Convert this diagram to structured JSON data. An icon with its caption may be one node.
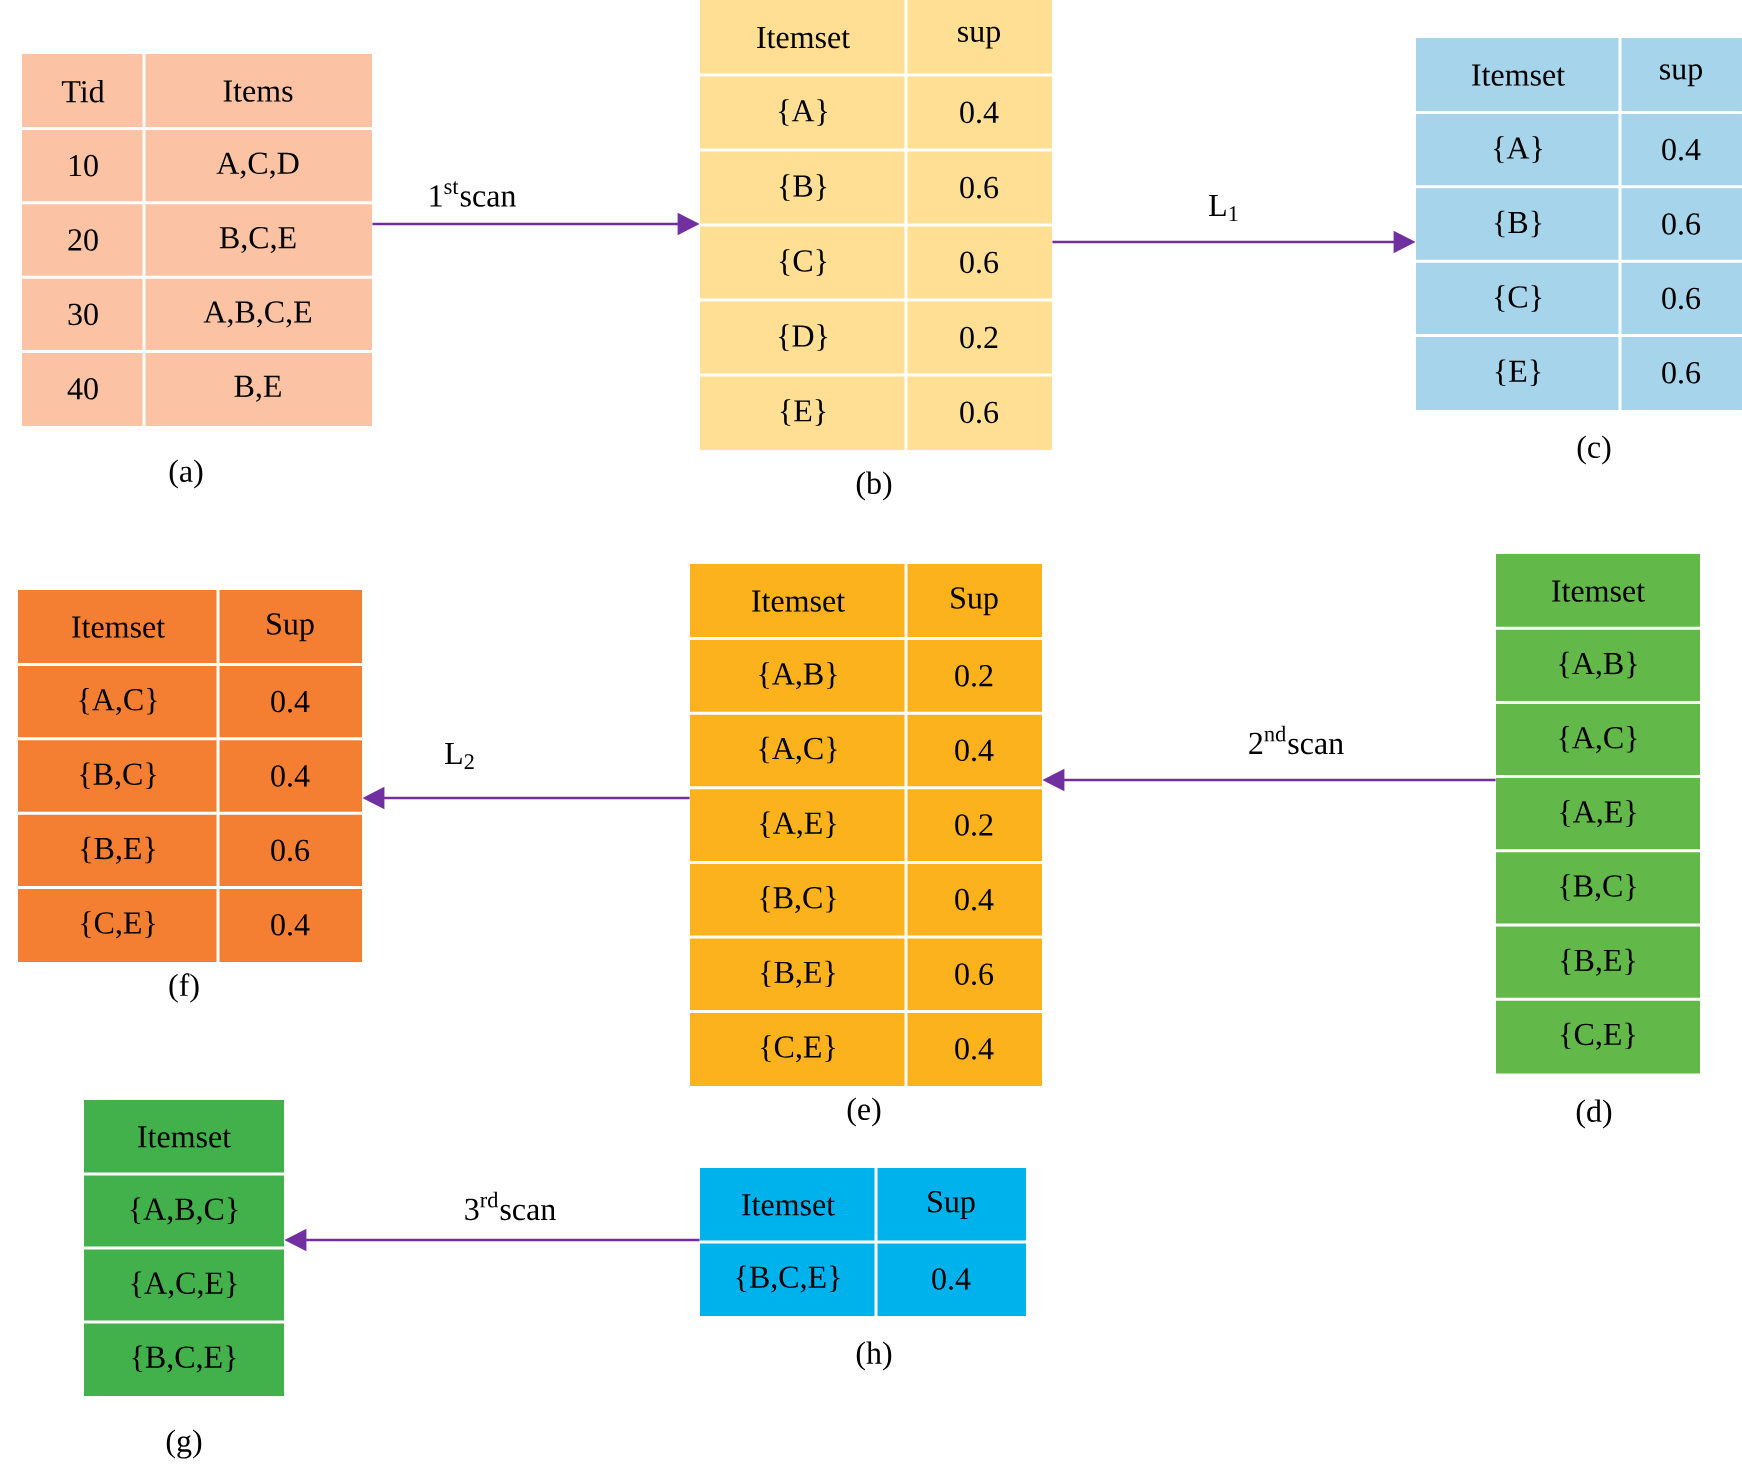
{
  "diagram": {
    "nodes": [
      {
        "text": [
          "Tid",
          "Items",
          "10",
          "A,C,D",
          "20",
          "B,C,E",
          "30",
          "A,B,C,E",
          "40",
          "B,E"
        ],
        "beside": [
          "(a)"
        ]
      },
      {
        "text": [
          "Itemset",
          "sup",
          "{A}",
          "0.4",
          "{B}",
          "0.6",
          "{C}",
          "0.6",
          "{D}",
          "0.2",
          "{E}",
          "0.6"
        ],
        "beside": [
          "(b)"
        ]
      },
      {
        "text": [
          "Itemset",
          "sup",
          "{A}",
          "0.4",
          "{B}",
          "0.6",
          "{C}",
          "0.6",
          "{E}",
          "0.6"
        ],
        "beside": [
          "(c)"
        ]
      },
      {
        "text": [
          "Itemset",
          "Sup",
          "{A,C}",
          "0.4",
          "{B,C}",
          "0.4",
          "{B,E}",
          "0.6",
          "{C,E}",
          "0.4"
        ],
        "beside": [
          "(f)"
        ]
      },
      {
        "text": [
          "Itemset",
          "Sup",
          "{A,B}",
          "0.2",
          "{A,C}",
          "0.4",
          "{A,E}",
          "0.2",
          "{B,C}",
          "0.4",
          "{B,E}",
          "0.6",
          "{C,E}",
          "0.4"
        ],
        "beside": [
          "(e)"
        ]
      },
      {
        "text": [
          "Itemset",
          "{A,B}",
          "{A,C}",
          "{A,E}",
          "{B,C}",
          "{B,E}",
          "{C,E}"
        ],
        "beside": [
          "(d)"
        ]
      },
      {
        "text": [
          "Itemset",
          "{A,B,C}",
          "{A,C,E}",
          "{B,C,E}"
        ],
        "beside": [
          "(g)"
        ]
      },
      {
        "text": [
          "Itemset",
          "Sup",
          "{B,C,E}",
          "0.4"
        ],
        "beside": [
          "(h)"
        ]
      }
    ],
    "edges": [
      {
        "from": 0,
        "to": 1,
        "arrow": "to",
        "label": "1$^{st}$scan"
      },
      {
        "from": 1,
        "to": 2,
        "arrow": "to",
        "label": "L$_{1}$"
      },
      {
        "from": 5,
        "to": 4,
        "arrow": "to",
        "label": "2$^{nd}$scan"
      },
      {
        "from": 4,
        "to": 3,
        "arrow": "to",
        "label": "L$_{2}$"
      },
      {
        "from": 7,
        "to": 6,
        "arrow": "to",
        "label": "3$^{rd}$scan"
      }
    ]
  }
}
